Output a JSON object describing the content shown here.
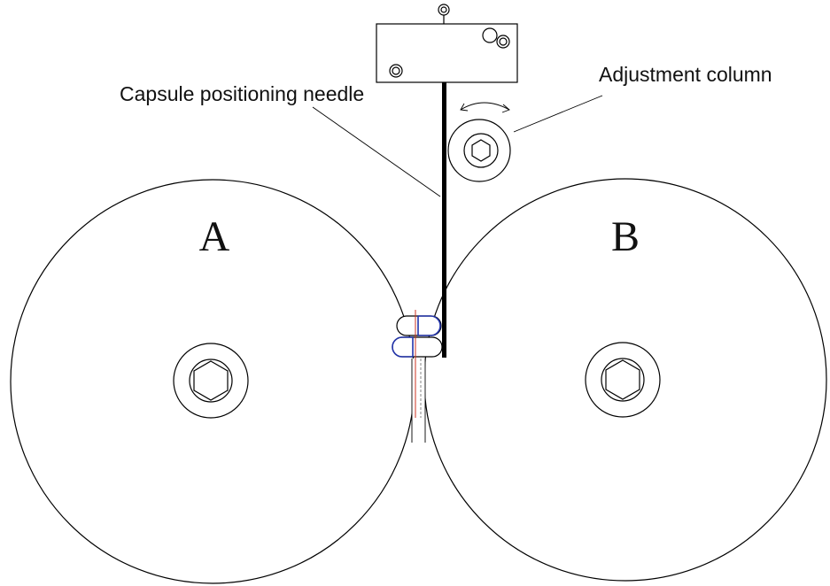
{
  "labels": {
    "capsule_needle": "Capsule positioning needle",
    "adjustment_column": "Adjustment column",
    "wheel_a": "A",
    "wheel_b": "B"
  },
  "colors": {
    "outline": "#000000",
    "capsule_blue": "#2233aa",
    "guide_red": "#cc3322"
  }
}
